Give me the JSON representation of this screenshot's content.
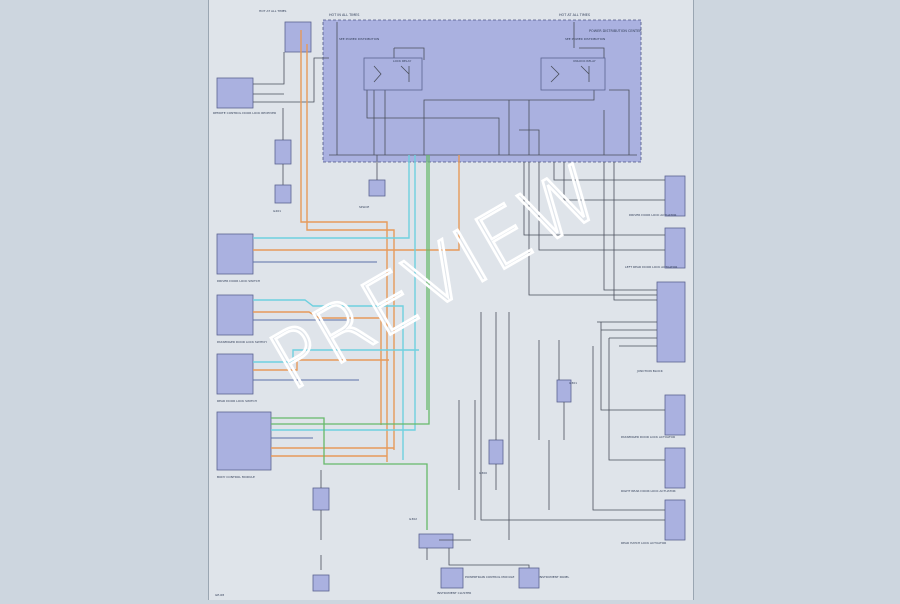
{
  "watermark": "PREVIEW",
  "page_code": "GE-68",
  "blocks": {
    "hot_top": "HOT IN ALL TIMES",
    "hot_left": "HOT AT ALL TIMES",
    "hot_right": "HOT AT ALL TIMES",
    "fuse_box": "POWER DISTRIBUTION CENTER",
    "fuse_a": "SEE POWER DISTRIBUTION",
    "fuse_b": "SEE POWER DISTRIBUTION",
    "relay_left": "LOCK RELAY",
    "relay_right": "UNLOCK RELAY",
    "bcm_top": "REMOTE CONTROL DOOR LOCK RECEIVER",
    "mid_splice": "SPLICE",
    "ground_1": "G201",
    "switch_l1": "DRIVER DOOR LOCK SWITCH",
    "switch_l2": "PASSENGER DOOR LOCK SWITCH",
    "switch_l3": "REAR DOOR LOCK SWITCH",
    "bcm_main": "BODY CONTROL MODULE",
    "actuator_1": "DRIVER DOOR LOCK ACTUATOR",
    "actuator_2": "LEFT REAR DOOR LOCK ACTUATOR",
    "junction": "JUNCTION BLOCK",
    "actuator_3": "PASSENGER DOOR LOCK ACTUATOR",
    "actuator_4": "RIGHT REAR DOOR LOCK ACTUATOR",
    "actuator_5": "REAR HATCH LOCK ACTUATOR",
    "ground_2": "G300",
    "ground_3": "G301",
    "ground_4": "G302",
    "bottom_mod_1": "INSTRUMENT CLUSTER",
    "bottom_mod_2": "POWERTRAIN CONTROL MODULE",
    "bottom_mod_3": "INSTRUMENT PANEL"
  }
}
